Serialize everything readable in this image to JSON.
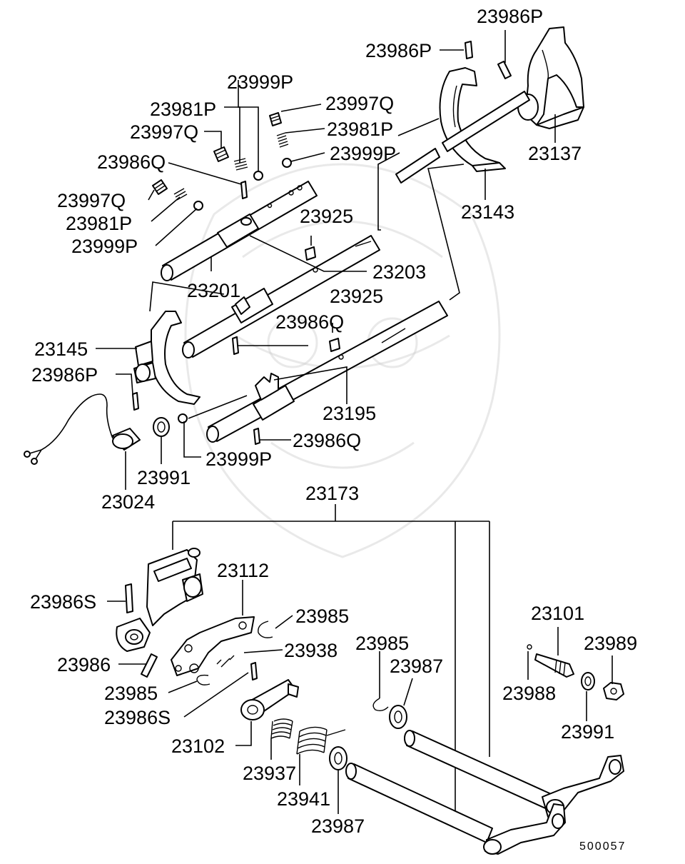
{
  "labels": {
    "l_23986P_top": "23986P",
    "l_23986P_a": "23986P",
    "l_23999P_top": "23999P",
    "l_23997Q_r": "23997Q",
    "l_23981P_top": "23981P",
    "l_23981P_r": "23981P",
    "l_23997Q_l": "23997Q",
    "l_23999P_r": "23999P",
    "l_23137": "23137",
    "l_23986Q_a": "23986Q",
    "l_23143": "23143",
    "l_23997Q_l2": "23997Q",
    "l_23981P_l2": "23981P",
    "l_23999P_l2": "23999P",
    "l_23925_a": "23925",
    "l_23203": "23203",
    "l_23201": "23201",
    "l_23925_b": "23925",
    "l_23986Q_b": "23986Q",
    "l_23145": "23145",
    "l_23986P_b": "23986P",
    "l_23195": "23195",
    "l_23986Q_c": "23986Q",
    "l_23999P_b": "23999P",
    "l_23991_a": "23991",
    "l_23024": "23024",
    "l_23173": "23173",
    "l_23112": "23112",
    "l_23986S_a": "23986S",
    "l_23985_a": "23985",
    "l_23101": "23101",
    "l_23985_b": "23985",
    "l_23989": "23989",
    "l_23987_a": "23987",
    "l_23938": "23938",
    "l_23986": "23986",
    "l_23985_c": "23985",
    "l_23988": "23988",
    "l_23986S_b": "23986S",
    "l_23991_b": "23991",
    "l_23102": "23102",
    "l_23937": "23937",
    "l_23941": "23941",
    "l_23987_b": "23987"
  },
  "diagram_code": "500057"
}
